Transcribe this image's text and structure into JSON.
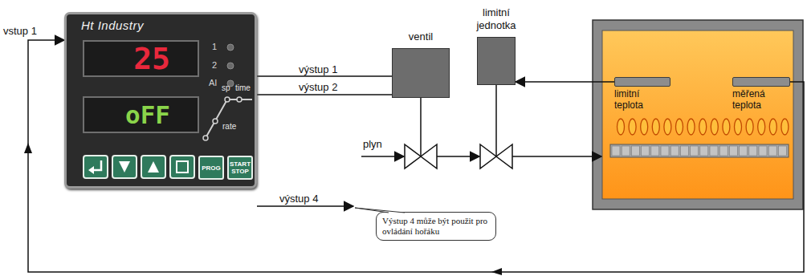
{
  "diagram": {
    "nodes": [
      {
        "text": [
          "Ht Industry"
        ]
      },
      {
        "text": [
          "25"
        ],
        "in": 0
      },
      {
        "text": [
          "oFF"
        ],
        "in": 0
      },
      {
        "text": [
          "PROG"
        ],
        "in": 0
      },
      {
        "text": [
          "START STOP"
        ],
        "in": 0
      },
      {
        "text": [
          "ventil"
        ]
      },
      {
        "text": [
          "limitní jednotka"
        ]
      },
      {
        "text": [
          "limitní teplota"
        ]
      },
      {
        "text": [
          "měřená teplota"
        ]
      },
      {
        "text": [
          "Výstup 4 může být použit pro ovládání hořáku"
        ]
      }
    ],
    "edges": [
      {
        "from": 0,
        "to": 5,
        "label": "výstup 1",
        "arrow": "none"
      },
      {
        "from": 0,
        "to": 5,
        "label": "výstup 2",
        "arrow": "none"
      },
      {
        "from": 7,
        "to": 6,
        "arrow": "to"
      },
      {
        "from": 8,
        "to": 0,
        "label": "vstup 1",
        "arrow": "to"
      }
    ],
    "labels": [
      "1",
      "2",
      "AI",
      "sp",
      "time",
      "rate",
      "výstup 4",
      "plyn"
    ]
  }
}
